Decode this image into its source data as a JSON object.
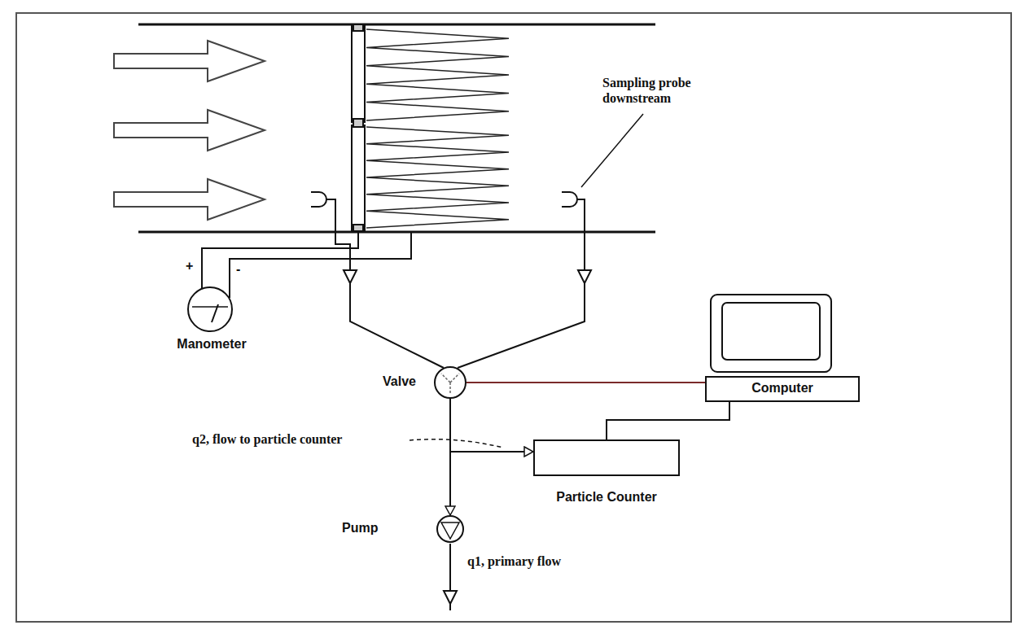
{
  "diagram": {
    "nodes": [
      {
        "text": [
          "Manometer"
        ]
      },
      {
        "text": [
          "Valve"
        ]
      },
      {
        "text": [
          "Computer"
        ]
      },
      {
        "text": [
          "Particle Counter"
        ]
      },
      {
        "text": [
          "Pump"
        ]
      }
    ],
    "edges": [
      {
        "from": 1,
        "to": 2,
        "arrow": "none"
      },
      {
        "from": 2,
        "to": 3,
        "arrow": "none"
      },
      {
        "from": 1,
        "to": 4,
        "arrow": "to"
      },
      {
        "from": 1,
        "to": 3,
        "arrow": "to"
      }
    ],
    "labels": [
      "Sampling probe downstream",
      "q2, flow to particle counter",
      "q1, primary flow",
      "+",
      "-"
    ]
  }
}
